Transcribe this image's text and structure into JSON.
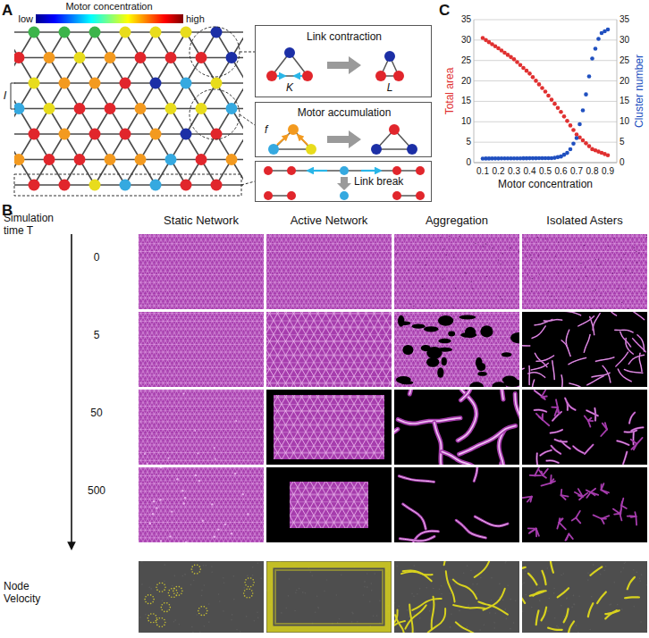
{
  "diagram": {
    "nodes": [
      {
        "text": [
          "Link contraction",
          "K",
          "L"
        ]
      },
      {
        "text": [
          "Motor accumulation",
          "f"
        ]
      },
      {
        "text": [
          "Link break"
        ]
      }
    ],
    "labels": [
      "A",
      "Motor concentration",
      "low",
      "high",
      "l",
      "B",
      "Simulation time T",
      "0",
      "5",
      "50",
      "500",
      "Static Network",
      "Active Network",
      "Aggregation",
      "Isolated Asters",
      "Node Velocity",
      "C",
      "Total area",
      "Cluster number",
      "Motor concentration",
      "0",
      "5",
      "10",
      "15",
      "20",
      "25",
      "30",
      "35",
      "0",
      "5",
      "10",
      "15",
      "20",
      "25",
      "30",
      "35",
      "0.1",
      "0.2",
      "0.3",
      "0.4",
      "0.5",
      "0.6",
      "0.7",
      "0.8",
      "0.9"
    ]
  }
}
